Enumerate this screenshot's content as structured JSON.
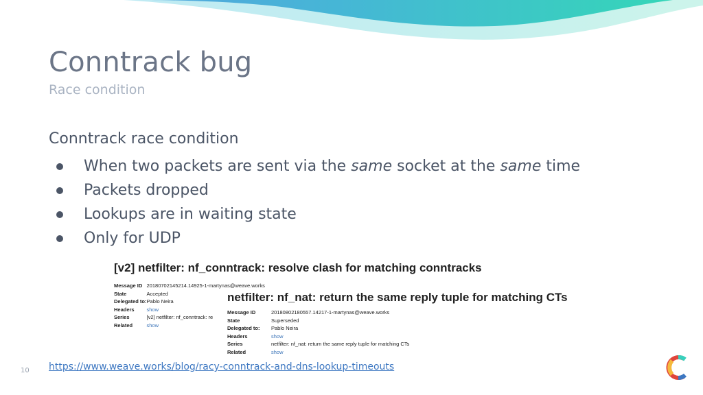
{
  "slide": {
    "title": "Conntrack bug",
    "subtitle": "Race condition",
    "intro": "Conntrack race condition",
    "bullets": [
      {
        "pre": "When two packets are sent via the ",
        "em1": "same",
        "mid": " socket at the ",
        "em2": "same",
        "post": " time"
      },
      {
        "text": "Packets dropped"
      },
      {
        "text": "Lookups are in waiting state"
      },
      {
        "text": "Only for UDP"
      }
    ],
    "url": "https://www.weave.works/blog/racy-conntrack-and-dns-lookup-timeouts",
    "page_number": "10"
  },
  "patch1": {
    "title": "[v2] netfilter: nf_conntrack: resolve clash for matching conntracks",
    "rows": [
      {
        "k": "Message ID",
        "v": "20180702145214.14925-1-martynas@weave.works"
      },
      {
        "k": "State",
        "v": "Accepted"
      },
      {
        "k": "Delegated to:",
        "v": "Pablo Neira"
      },
      {
        "k": "Headers",
        "v": "show"
      },
      {
        "k": "Series",
        "v": "[v2] netfilter: nf_conntrack: re"
      },
      {
        "k": "Related",
        "v": "show"
      }
    ]
  },
  "patch2": {
    "title": "netfilter: nf_nat: return the same reply tuple for matching CTs",
    "rows": [
      {
        "k": "Message ID",
        "v": "20180802180557.14217-1-martynas@weave.works"
      },
      {
        "k": "State",
        "v": "Superseded"
      },
      {
        "k": "Delegated to:",
        "v": "Pablo Neira"
      },
      {
        "k": "Headers",
        "v": "show"
      },
      {
        "k": "Series",
        "v": "netfilter: nf_nat: return the same reply tuple for matching CTs"
      },
      {
        "k": "Related",
        "v": "show"
      }
    ]
  },
  "colors": {
    "accent_teal": "#38d0bc",
    "accent_blue": "#3e78c2",
    "logo_red": "#e0453c",
    "logo_yellow": "#f5b93c"
  },
  "icons": {
    "logo": "circle-c-logo-icon"
  }
}
